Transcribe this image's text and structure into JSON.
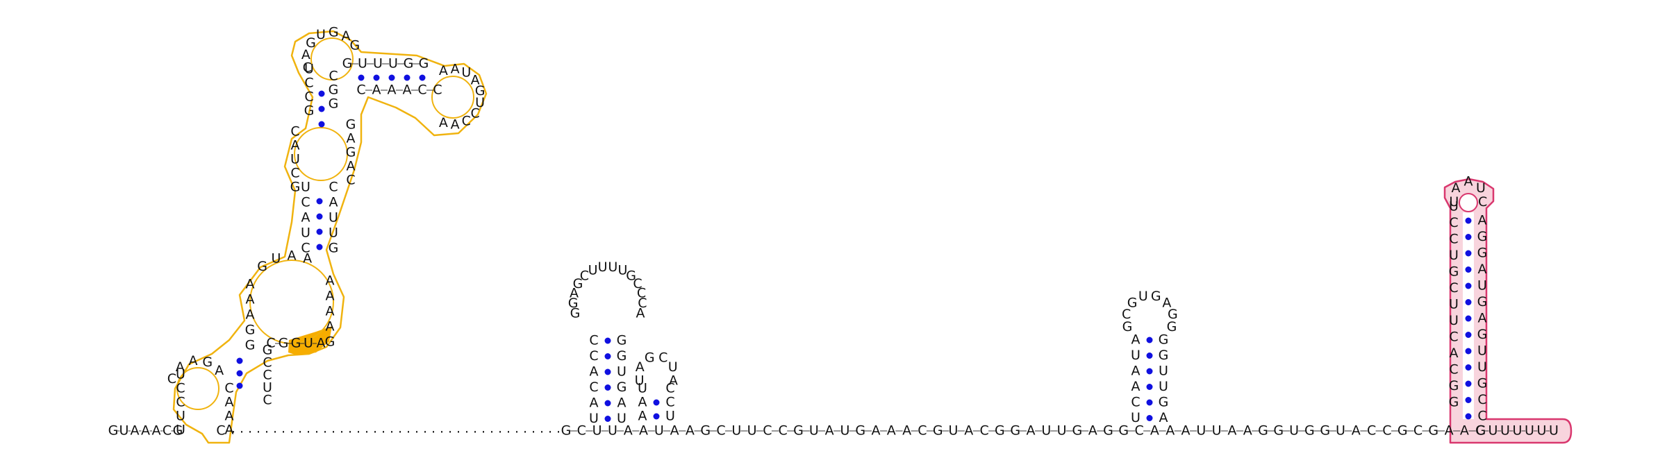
{
  "diagram": {
    "type": "rna-secondary-structure",
    "backbone_prefix": "GUAAACG",
    "gap_symbol": ".",
    "main_backbone": "GCUUAAUAAGCUUCCGUAUGAAACGUACGGAUUGAGGCAAAUUAAGGUGGUACCGCGAAC",
    "tail": "GUUUUUU",
    "colors": {
      "letters": "#111111",
      "base_pair_dot": "#1010e0",
      "backbone_tick": "#333333",
      "motif_outline_orange": "#f0b30f",
      "motif_fill_orange": "#f6ad00",
      "motif_outline_pink": "#d9376e",
      "motif_fill_pink": "#f8d4dd"
    }
  }
}
